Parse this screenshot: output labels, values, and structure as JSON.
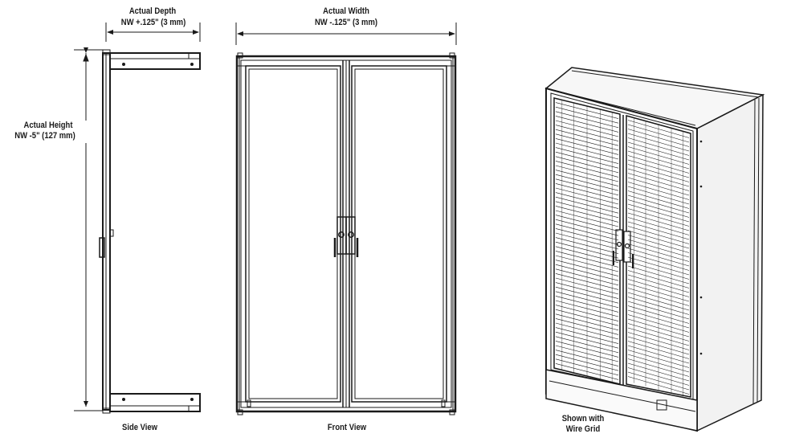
{
  "dimensions": {
    "depth": {
      "title": "Actual Depth",
      "value": "NW +.125\" (3 mm)"
    },
    "width": {
      "title": "Actual Width",
      "value": "NW -.125\" (3 mm)"
    },
    "height": {
      "title": "Actual Height",
      "value": "NW -5\" (127 mm)"
    }
  },
  "views": {
    "side": "Side View",
    "front": "Front View",
    "iso_line1": "Shown with",
    "iso_line2": "Wire Grid"
  },
  "colors": {
    "line": "#1a1a1a",
    "panel_fill": "#ffffff",
    "iso_shade": "#f2f2f2"
  }
}
